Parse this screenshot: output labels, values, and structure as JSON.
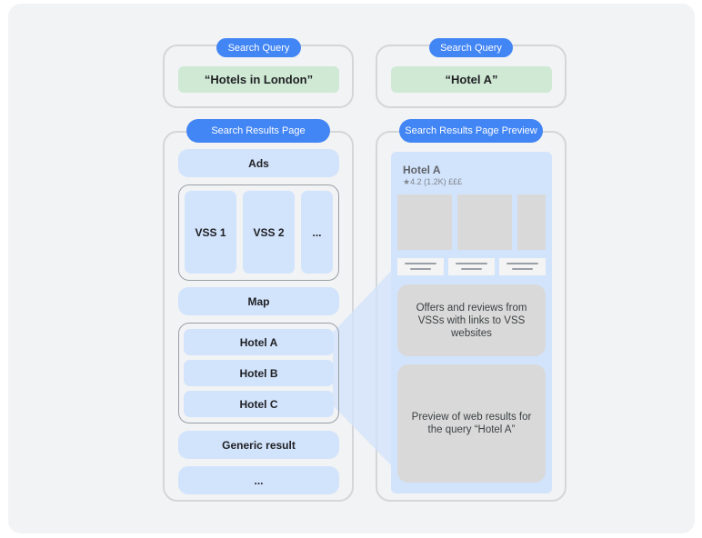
{
  "left": {
    "query_label": "Search Query",
    "query_text": "“Hotels in London”",
    "results_label": "Search Results Page",
    "items": {
      "ads": "Ads",
      "vss1": "VSS 1",
      "vss2": "VSS 2",
      "vss_more": "...",
      "map": "Map",
      "hotel_a": "Hotel A",
      "hotel_b": "Hotel B",
      "hotel_c": "Hotel C",
      "generic": "Generic result",
      "more": "..."
    }
  },
  "right": {
    "query_label": "Search Query",
    "query_text": "“Hotel A”",
    "preview_label": "Search Results Page Preview",
    "hotel_title": "Hotel A",
    "hotel_meta": "★4.2 (1.2K) £££",
    "offers_text": "Offers and reviews from VSSs with links to VSS websites",
    "web_text": "Preview of web results for the query “Hotel A”"
  },
  "colors": {
    "accent_blue": "#4285f4",
    "light_blue": "#d2e3fc",
    "query_green": "#cfe9d5",
    "placeholder_gray": "#d9d9d9"
  }
}
